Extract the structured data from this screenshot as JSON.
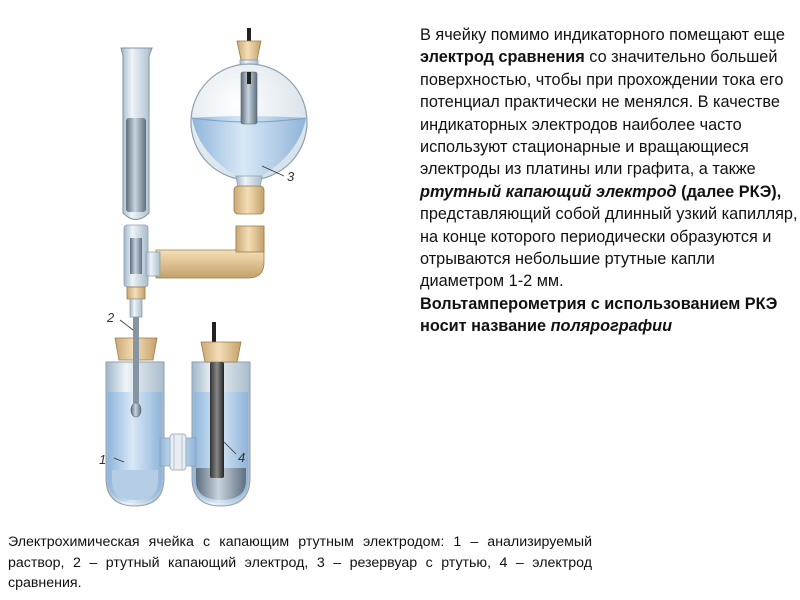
{
  "figure": {
    "labels": {
      "one": "1",
      "two": "2",
      "three": "3",
      "four": "4"
    }
  },
  "text": {
    "p1_a": "В ячейку помимо индикаторного помещают еще ",
    "p1_ref_electrode": "электрод сравнения",
    "p1_b": " со значительно большей поверхностью, чтобы при прохождении тока его потенциал практически не менялся. В качестве индикаторных электродов наиболее часто используют стационарные и вращающиеся электроды из платины или графита, а также ",
    "p1_dme": "ртутный капающий электрод",
    "p1_abbr": " (далее РКЭ),",
    "p1_c": " представляющий собой длинный узкий капилляр, на конце которого периодически образуются и отрываются небольшие ртутные капли диаметром 1-2 мм.",
    "p2_a": "Вольтамперометрия с использованием РКЭ носит название ",
    "p2_polar": "полярографии"
  },
  "caption": "Электрохимическая ячейка с капающим ртутным электродом: 1 – анализируемый раствор, 2 – ртутный капающий электрод, 3 – резервуар с ртутью, 4 – электрод сравнения."
}
